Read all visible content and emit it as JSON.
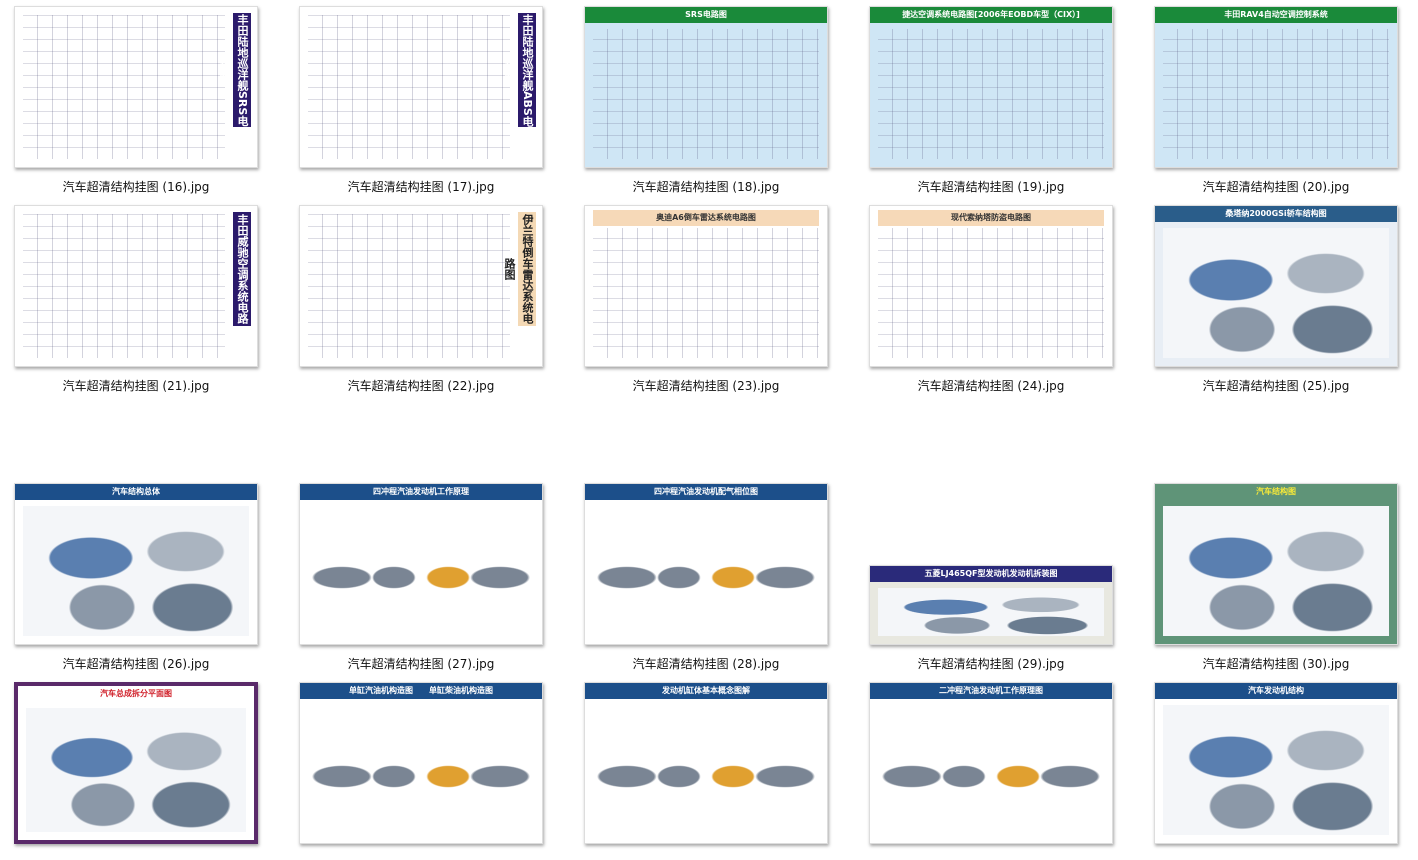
{
  "items": [
    {
      "caption": "汽车超清结构挂图 (16).jpg",
      "title": "丰田陆地巡洋舰SRS电路图",
      "style": "vband",
      "color": "#2b1a6b",
      "bg": "#ffffff"
    },
    {
      "caption": "汽车超清结构挂图 (17).jpg",
      "title": "丰田陆地巡洋舰ABS电路图",
      "style": "vband",
      "color": "#2b1a6b",
      "bg": "#ffffff"
    },
    {
      "caption": "汽车超清结构挂图 (18).jpg",
      "title": "SRS电路图",
      "style": "hdr",
      "color": "#1a8a3a",
      "bg": "#cfe6f5"
    },
    {
      "caption": "汽车超清结构挂图 (19).jpg",
      "title": "捷达空调系统电路图[2006年EOBD车型（CIX）]",
      "style": "hdr",
      "color": "#1a8a3a",
      "bg": "#cfe6f5"
    },
    {
      "caption": "汽车超清结构挂图 (20).jpg",
      "title": "丰田RAV4自动空调控制系统",
      "style": "hdr",
      "color": "#1a8a3a",
      "bg": "#cfe6f5"
    },
    {
      "caption": "汽车超清结构挂图 (21).jpg",
      "title": "丰田威驰空调系统电路图",
      "style": "vband",
      "color": "#2b1a6b",
      "bg": "#ffffff"
    },
    {
      "caption": "汽车超清结构挂图 (22).jpg",
      "title": "伊兰特倒车雷达系统电路图",
      "style": "vband",
      "color": "#f4d9b5",
      "bg": "#ffffff"
    },
    {
      "caption": "汽车超清结构挂图 (23).jpg",
      "title": "奥迪A6倒车雷达系统电路图",
      "style": "hdr",
      "color": "#f6d9b8",
      "bg": "#ffffff"
    },
    {
      "caption": "汽车超清结构挂图 (24).jpg",
      "title": "现代索纳塔防盗电路图",
      "style": "hdr",
      "color": "#f6d9b8",
      "bg": "#ffffff"
    },
    {
      "caption": "汽车超清结构挂图 (25).jpg",
      "title": "桑塔纳2000GSi轿车结构图",
      "style": "hdr",
      "color": "#2a5d8a",
      "bg": "#e8eef5",
      "pic": "pic"
    },
    {
      "caption": "汽车超清结构挂图 (26).jpg",
      "title": "汽车结构总体",
      "style": "hdr",
      "color": "#1c4f8a",
      "bg": "#ffffff",
      "pic": "pic"
    },
    {
      "caption": "汽车超清结构挂图 (27).jpg",
      "title": "四冲程汽油发动机工作原理",
      "style": "hdr",
      "color": "#1c4f8a",
      "bg": "#ffffff",
      "pic": "eng"
    },
    {
      "caption": "汽车超清结构挂图 (28).jpg",
      "title": "四冲程汽油发动机配气相位图",
      "style": "hdr",
      "color": "#1c4f8a",
      "bg": "#ffffff",
      "pic": "eng"
    },
    {
      "caption": "汽车超清结构挂图 (29).jpg",
      "title": "五菱LJ465QF型发动机发动机拆装图",
      "style": "hdr",
      "color": "#2a2a7a",
      "bg": "#e8e8e0",
      "pic": "pic",
      "short": true
    },
    {
      "caption": "汽车超清结构挂图 (30).jpg",
      "title": "汽车结构图",
      "style": "hdr",
      "color": "#5f9478",
      "bg": "#5f9478",
      "pic": "pic",
      "titleColor": "#f5e83a"
    },
    {
      "caption": "",
      "title": "汽车总成拆分平面图",
      "style": "hdr",
      "color": "#ffffff",
      "bg": "#ffffff",
      "pic": "pic",
      "titleColor": "#d0202a",
      "border": "#5a2a6a"
    },
    {
      "caption": "",
      "title": "单缸汽油机构造图　　单缸柴油机构造图",
      "style": "hdr",
      "color": "#1c4f8a",
      "bg": "#ffffff",
      "pic": "eng"
    },
    {
      "caption": "",
      "title": "发动机缸体基本概念图解",
      "style": "hdr",
      "color": "#1c4f8a",
      "bg": "#ffffff",
      "pic": "eng"
    },
    {
      "caption": "",
      "title": "二冲程汽油发动机工作原理图",
      "style": "hdr",
      "color": "#1c4f8a",
      "bg": "#ffffff",
      "pic": "eng"
    },
    {
      "caption": "",
      "title": "汽车发动机结构",
      "style": "hdr",
      "color": "#1c4f8a",
      "bg": "#ffffff",
      "pic": "pic"
    }
  ]
}
